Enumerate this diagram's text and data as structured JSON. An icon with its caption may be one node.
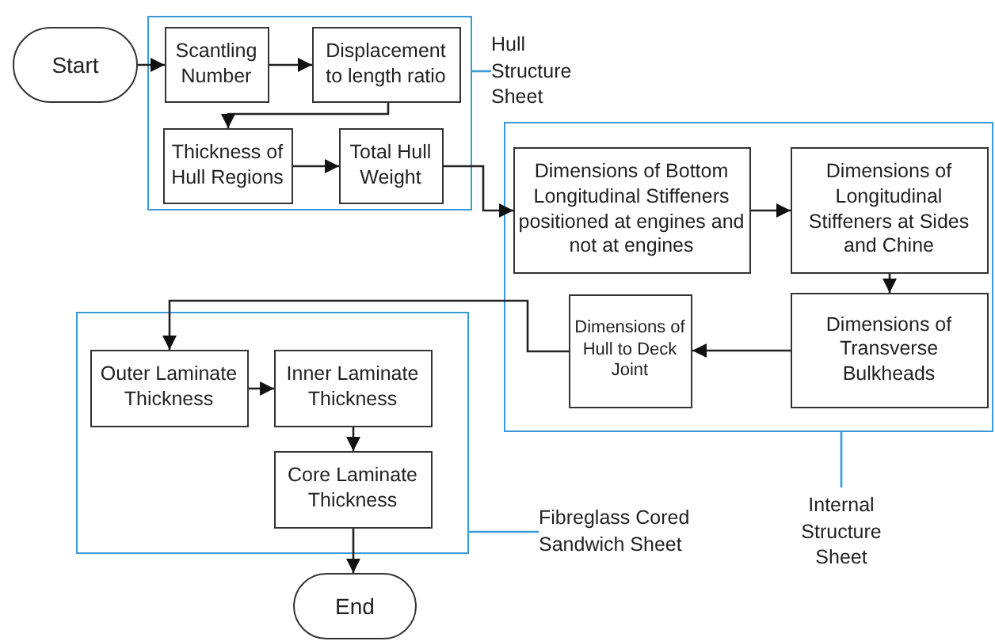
{
  "diagram": {
    "nodes": [
      {
        "text": [
          "Start"
        ]
      },
      {
        "text": [],
        "shape": "box"
      },
      {
        "text": [
          "Scantling Number"
        ],
        "in": 1
      },
      {
        "text": [
          "Displacement to length ratio"
        ],
        "in": 1
      },
      {
        "text": [
          "Thickness of Hull Regions"
        ],
        "in": 1
      },
      {
        "text": [
          "Total Hull Weight"
        ],
        "in": 1
      },
      {
        "text": [
          "Hull Structure Sheet"
        ]
      },
      {
        "text": [],
        "shape": "box"
      },
      {
        "text": [
          "Dimensions of Bottom Longitudinal Stiffeners positioned at engines and not at engines"
        ],
        "in": 7
      },
      {
        "text": [
          "Dimensions of Longitudinal Stiffeners at Sides and Chine"
        ],
        "in": 7
      },
      {
        "text": [
          "Dimensions of Hull to Deck Joint"
        ],
        "in": 7
      },
      {
        "text": [
          "Dimensions of Transverse Bulkheads"
        ],
        "in": 7
      },
      {
        "text": [],
        "shape": "box"
      },
      {
        "text": [
          "Outer Laminate Thickness"
        ],
        "in": 12
      },
      {
        "text": [
          "Inner Laminate Thickness"
        ],
        "in": 12
      },
      {
        "text": [
          "Core Laminate Thickness"
        ],
        "in": 12
      },
      {
        "text": [
          "Fibreglass Cored Sandwich Sheet"
        ]
      },
      {
        "text": [
          "Internal Structure Sheet"
        ]
      },
      {
        "text": [
          "End"
        ]
      }
    ],
    "edges": [
      {
        "from": 0,
        "to": 2,
        "arrow": "to"
      },
      {
        "from": 2,
        "to": 3,
        "arrow": "to"
      },
      {
        "from": 3,
        "to": 4,
        "arrow": "to"
      },
      {
        "from": 4,
        "to": 5,
        "arrow": "to"
      },
      {
        "from": 5,
        "to": 8,
        "arrow": "to"
      },
      {
        "from": 8,
        "to": 9,
        "arrow": "to"
      },
      {
        "from": 9,
        "to": 11,
        "arrow": "to"
      },
      {
        "from": 11,
        "to": 10,
        "arrow": "to"
      },
      {
        "from": 10,
        "to": 13,
        "arrow": "to"
      },
      {
        "from": 13,
        "to": 14,
        "arrow": "to"
      },
      {
        "from": 14,
        "to": 15,
        "arrow": "to"
      },
      {
        "from": 15,
        "to": 18,
        "arrow": "to"
      },
      {
        "from": 6,
        "to": 1,
        "arrow": "none",
        "color": "#3a9ad9"
      },
      {
        "from": 16,
        "to": 12,
        "arrow": "none",
        "color": "#3a9ad9"
      },
      {
        "from": 17,
        "to": 7,
        "arrow": "none",
        "color": "#3a9ad9"
      }
    ]
  }
}
